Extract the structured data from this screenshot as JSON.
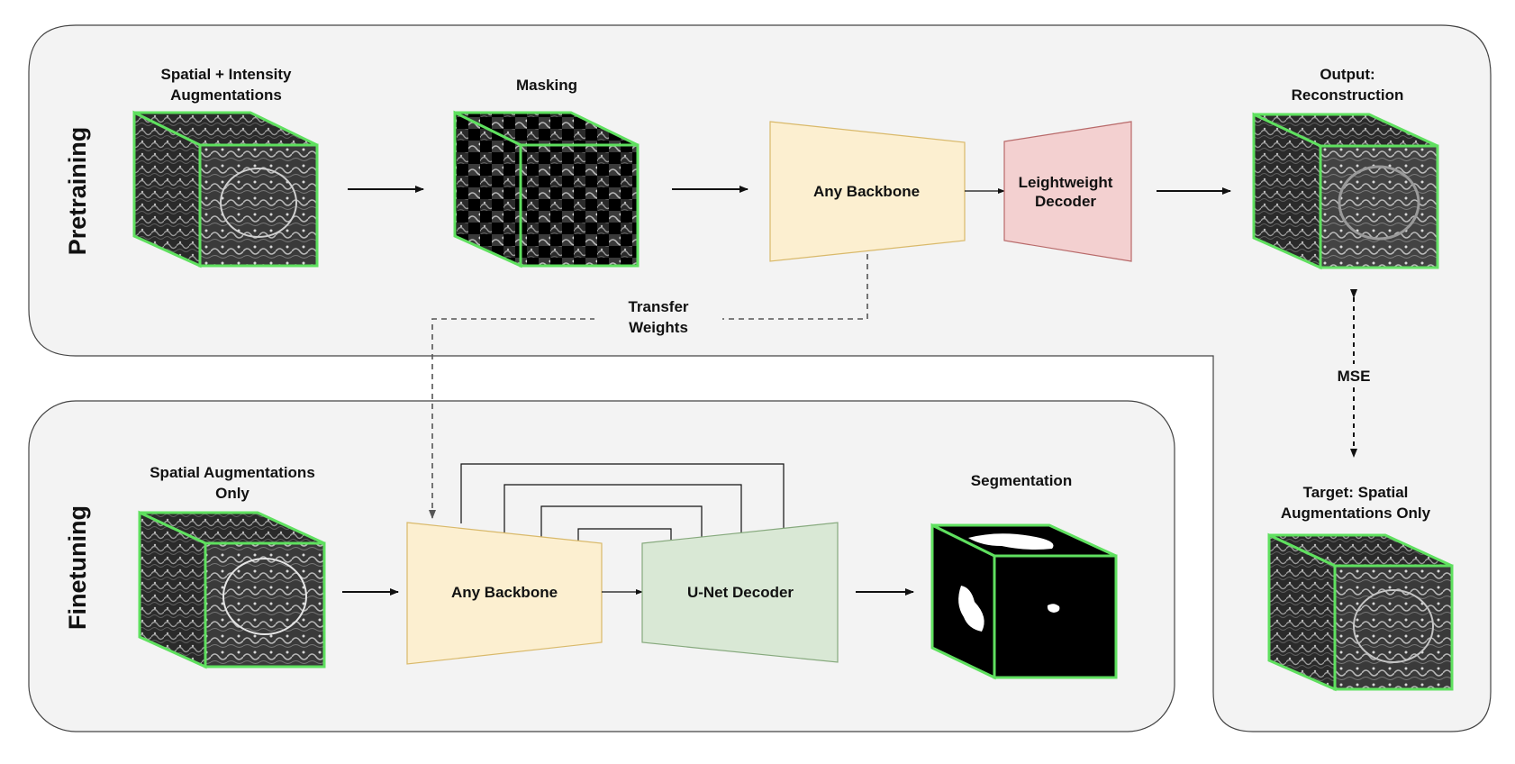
{
  "sections": {
    "pretraining": "Pretraining",
    "finetuning": "Finetuning"
  },
  "pretrain": {
    "input_label": [
      "Spatial + Intensity",
      "Augmentations"
    ],
    "masking_label": "Masking",
    "backbone_label": "Any Backbone",
    "decoder_label": [
      "Leightweight",
      "Decoder"
    ],
    "output_label": [
      "Output:",
      "Reconstruction"
    ]
  },
  "transfer_label": [
    "Transfer",
    "Weights"
  ],
  "loss": {
    "label": "MSE",
    "target_label": [
      "Target: Spatial",
      "Augmentations Only"
    ]
  },
  "finetune": {
    "input_label": [
      "Spatial Augmentations",
      "Only"
    ],
    "backbone_label": "Any Backbone",
    "decoder_label": "U-Net Decoder",
    "output_label": "Segmentation"
  },
  "colors": {
    "panel_fill": "#f3f3f3",
    "panel_stroke": "#444444",
    "backbone_fill": "#fcefd0",
    "backbone_stroke": "#d9b96a",
    "recon_decoder_fill": "#f3d0d0",
    "recon_decoder_stroke": "#b86a6a",
    "unet_decoder_fill": "#d9e8d5",
    "unet_decoder_stroke": "#86a97d",
    "cube_edge": "#5fe05f"
  }
}
